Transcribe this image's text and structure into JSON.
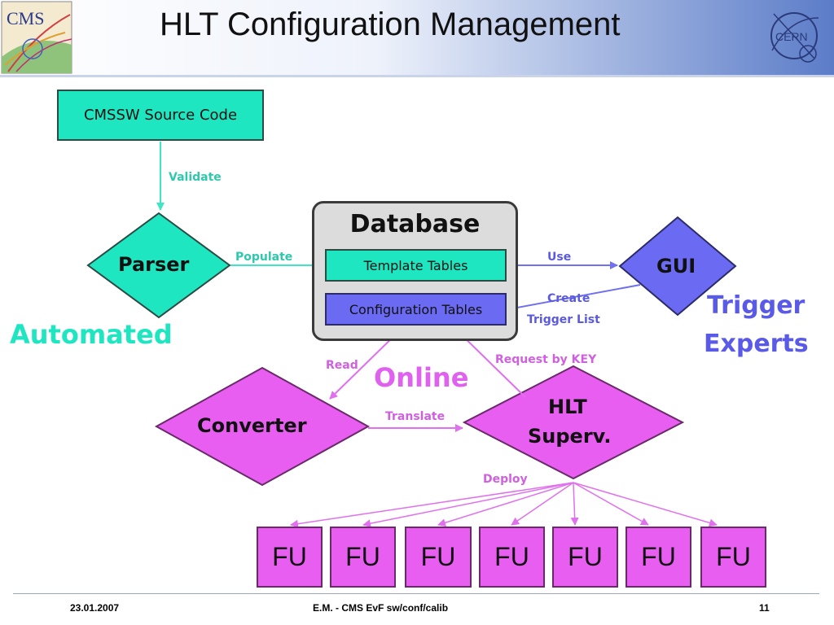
{
  "header": {
    "title": "HLT Configuration Management",
    "cms_logo_text": "CMS",
    "cern_logo_text": "CERN"
  },
  "nodes": {
    "source_code": "CMSSW Source Code",
    "parser": "Parser",
    "database": "Database",
    "template_tables": "Template Tables",
    "configuration_tables": "Configuration Tables",
    "gui": "GUI",
    "converter": "Converter",
    "hlt_superv_line1": "HLT",
    "hlt_superv_line2": "Superv.",
    "fu_units": [
      "FU",
      "FU",
      "FU",
      "FU",
      "FU",
      "FU",
      "FU"
    ]
  },
  "edges": {
    "validate": "Validate",
    "populate": "Populate",
    "use": "Use",
    "create_line1": "Create",
    "create_line2": "Trigger List",
    "read": "Read",
    "request": "Request by KEY",
    "translate": "Translate",
    "deploy": "Deploy"
  },
  "groups": {
    "automated": "Automated",
    "online": "Online",
    "trigger_experts_line1": "Trigger",
    "trigger_experts_line2": "Experts"
  },
  "footer": {
    "date": "23.01.2007",
    "center": "E.M. - CMS EvF sw/conf/calib",
    "page": "11"
  },
  "colors": {
    "teal": "#1ee6c0",
    "magenta": "#e85ef0",
    "blue": "#6a6af2",
    "database_gray": "#dcdcdc",
    "teal_arrow": "#3fe6c6",
    "magenta_arrow": "#e070ee",
    "blue_arrow": "#7070f0"
  }
}
